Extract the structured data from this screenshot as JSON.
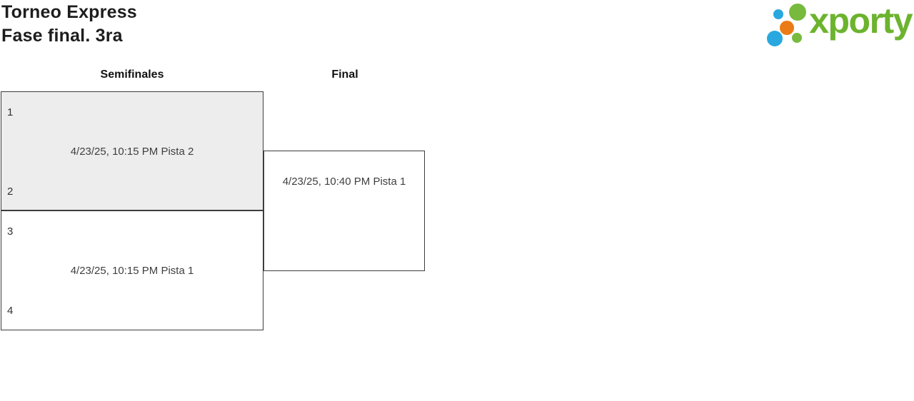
{
  "page": {
    "title": "Torneo Express",
    "subtitle": "Fase final. 3ra"
  },
  "logo": {
    "brand": "xporty"
  },
  "theme": {
    "brand-green": "#6cb32e",
    "dot-blue": "#29a8e0",
    "dot-orange": "#ea7b16",
    "dot-green": "#77ba3d",
    "highlight-bg": "#ededed",
    "border-dark": "#3d3d3d"
  },
  "bracket": {
    "rounds": [
      {
        "label": "Semifinales",
        "matches": [
          {
            "seed_top": "1",
            "seed_bottom": "2",
            "schedule": "4/23/25, 10:15 PM Pista 2",
            "highlighted": true
          },
          {
            "seed_top": "3",
            "seed_bottom": "4",
            "schedule": "4/23/25, 10:15 PM Pista 1",
            "highlighted": false
          }
        ]
      },
      {
        "label": "Final",
        "matches": [
          {
            "schedule": "4/23/25, 10:40 PM Pista 1"
          }
        ]
      }
    ]
  }
}
